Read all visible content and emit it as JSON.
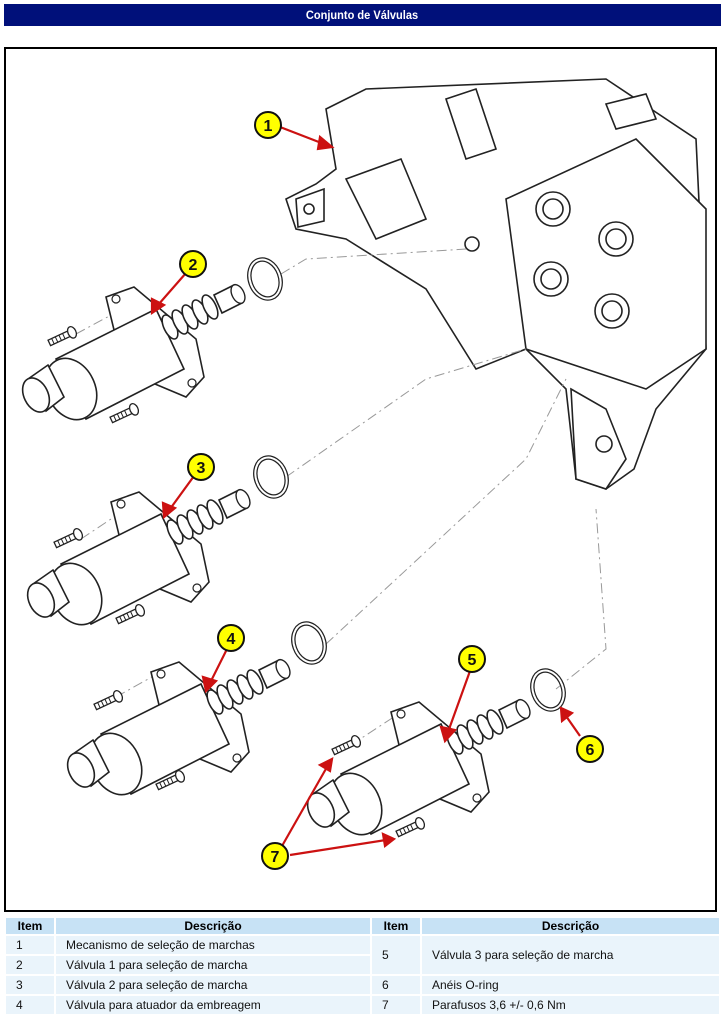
{
  "title": "Conjunto de Válvulas",
  "callouts": [
    {
      "number": "1"
    },
    {
      "number": "2"
    },
    {
      "number": "3"
    },
    {
      "number": "4"
    },
    {
      "number": "5"
    },
    {
      "number": "6"
    },
    {
      "number": "7"
    }
  ],
  "legend": {
    "headers": {
      "item_left": "Item",
      "desc_left": "Descrição",
      "item_right": "Item",
      "desc_right": "Descrição"
    },
    "left_rows": [
      {
        "item": "1",
        "desc": "Mecanismo de seleção de marchas"
      },
      {
        "item": "2",
        "desc": "Válvula 1 para seleção de marcha"
      },
      {
        "item": "3",
        "desc": "Válvula 2 para seleção de marcha"
      },
      {
        "item": "4",
        "desc": "Válvula para atuador da embreagem"
      }
    ],
    "right_rows": [
      {
        "item": "5",
        "desc": "Válvula 3 para seleção de marcha"
      },
      {
        "item": "6",
        "desc": "Anéis O-ring"
      },
      {
        "item": "7",
        "desc": "Parafusos 3,6 +/- 0,6 Nm"
      }
    ]
  },
  "colors": {
    "title_bg": "#00107a",
    "callout_fill": "#ffff00",
    "arrow": "#cc1111",
    "header_bg": "#c7e2f5",
    "row_bg": "#eaf4fb"
  }
}
